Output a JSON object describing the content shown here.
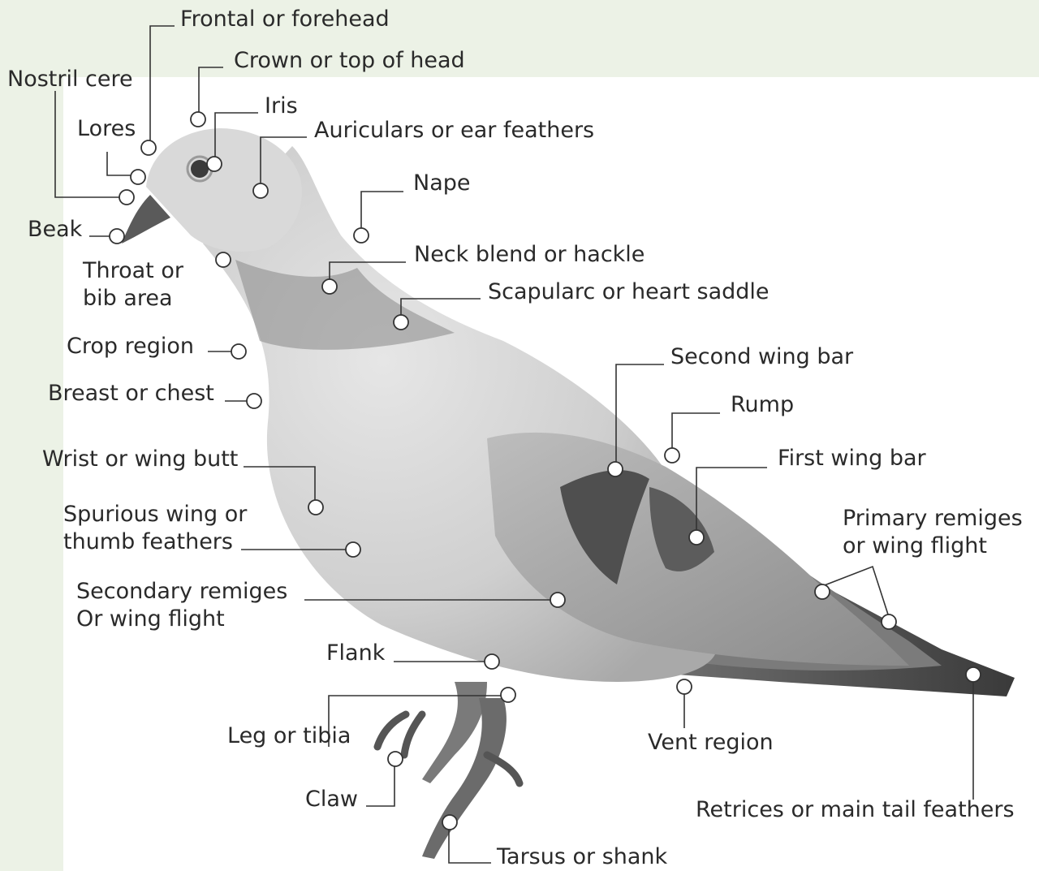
{
  "colors": {
    "background": "#ffffff",
    "panel": "#ecf2e6",
    "text": "#2a2a2a",
    "leader_line": "#333333",
    "marker_fill": "#ffffff"
  },
  "labels": {
    "frontal": "Frontal or forehead",
    "crown": "Crown or top of head",
    "nostril": "Nostril cere",
    "iris": "Iris",
    "lores": "Lores",
    "auriculars": "Auriculars or ear feathers",
    "nape": "Nape",
    "beak": "Beak",
    "throat": "Throat or\nbib area",
    "neck": "Neck blend or hackle",
    "scapular": "Scapularc or heart saddle",
    "crop": "Crop region",
    "second_wing_bar": "Second wing bar",
    "breast": "Breast or chest",
    "rump": "Rump",
    "wrist": "Wrist or wing butt",
    "first_wing_bar": "First wing bar",
    "spurious": "Spurious wing or\nthumb feathers",
    "primary": "Primary remiges\nor wing flight",
    "secondary": "Secondary remiges\nOr wing flight",
    "flank": "Flank",
    "leg": "Leg or tibia",
    "vent": "Vent region",
    "claw": "Claw",
    "retrices": "Retrices or main tail feathers",
    "tarsus": "Tarsus or shank"
  }
}
